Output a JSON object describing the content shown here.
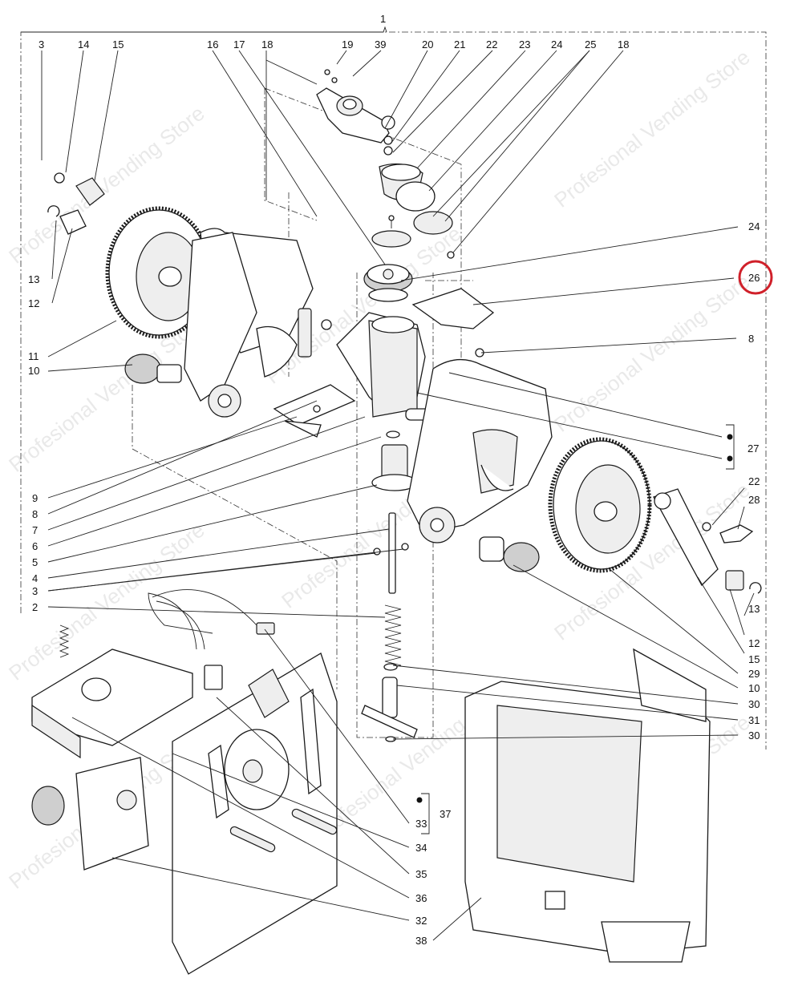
{
  "labels": {
    "top": [
      "1"
    ],
    "top_row": [
      "3",
      "14",
      "15",
      "16",
      "17",
      "18",
      "19",
      "39",
      "20",
      "21",
      "22",
      "23",
      "24",
      "25",
      "18"
    ],
    "left": [
      "13",
      "12",
      "11",
      "10",
      "9",
      "8",
      "7",
      "6",
      "5",
      "4",
      "3",
      "2"
    ],
    "right": [
      "24",
      "26",
      "8",
      "27",
      "22",
      "28",
      "13",
      "12",
      "15",
      "29",
      "10",
      "30",
      "31",
      "30",
      "37"
    ],
    "bottom": [
      "33",
      "34",
      "35",
      "36",
      "32",
      "38"
    ]
  },
  "highlight": {
    "label": "26",
    "color": "#d0202a"
  },
  "watermark": "Profesional Vending Store",
  "colors": {
    "line": "#222222",
    "dot": "#111111"
  }
}
